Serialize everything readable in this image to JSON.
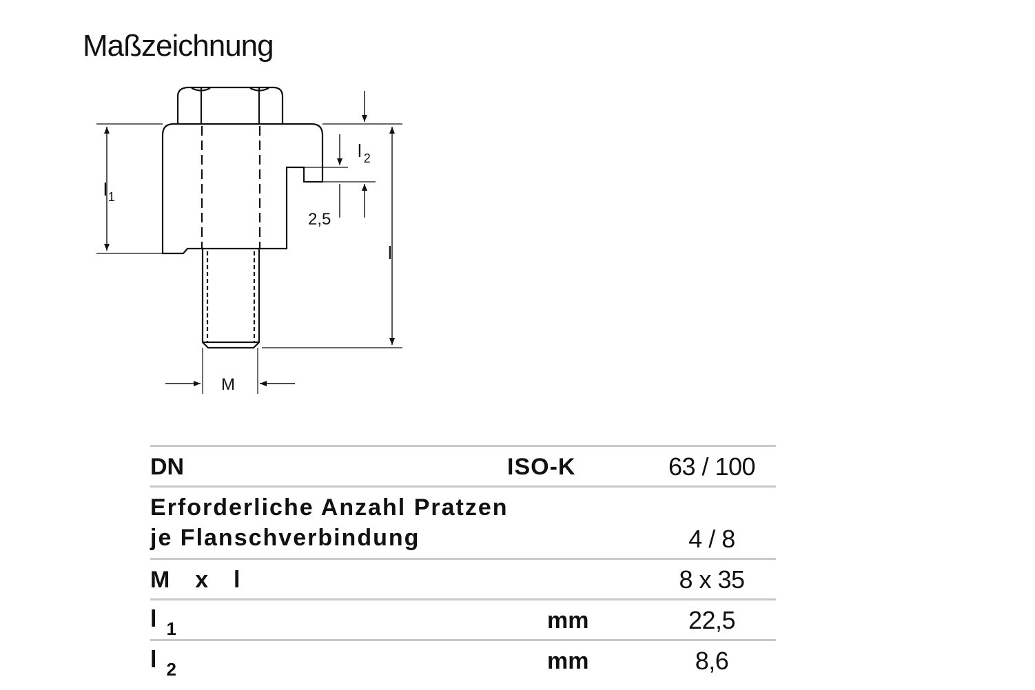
{
  "title": "Maßzeichnung",
  "drawing_labels": {
    "l1_main": "l",
    "l1_sub": "1",
    "l2_main": "l",
    "l2_sub": "2",
    "dim_25": "2,5",
    "l_total": "l",
    "m": "M"
  },
  "table": {
    "row_dn": {
      "label": "DN",
      "unit": "ISO-K",
      "value": "63 / 100"
    },
    "row_pratzen": {
      "label_line1": "Erforderliche Anzahl Pratzen",
      "label_line2": "je Flanschverbindung",
      "value": "4 / 8"
    },
    "row_mxl": {
      "label": "M  x  l",
      "value": "8 x 35"
    },
    "row_l1": {
      "label_main": "l",
      "label_sub": "1",
      "unit": "mm",
      "value": "22,5"
    },
    "row_l2": {
      "label_main": "l",
      "label_sub": "2",
      "unit": "mm",
      "value": "8,6"
    }
  }
}
